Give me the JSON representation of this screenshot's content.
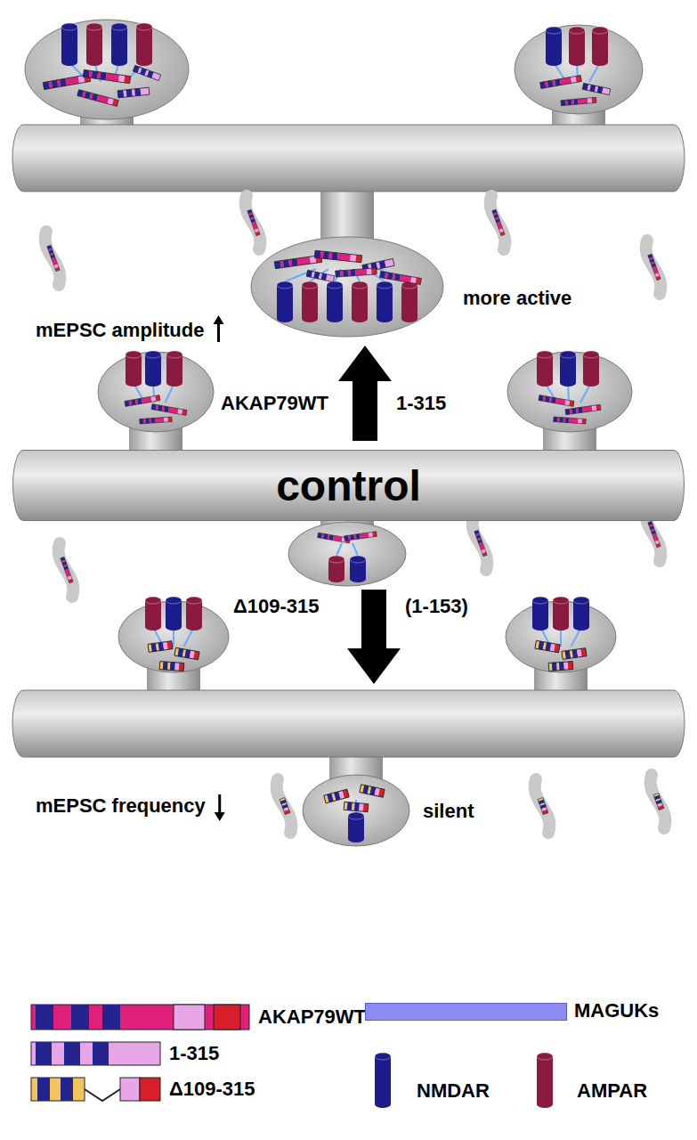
{
  "diagram": {
    "nodes": [
      {
        "text": [
          "control"
        ]
      }
    ],
    "labels": [
      "mEPSC amplitude",
      "more active",
      "AKAP79WT",
      "1-315",
      "Δ109-315",
      "(1-153)",
      "mEPSC frequency",
      "silent"
    ],
    "legend": [
      {
        "text": "AKAP79WT"
      },
      {
        "text": "1-315"
      },
      {
        "text": "Δ109-315"
      },
      {
        "text": "MAGUKs",
        "color": "#8c8cf0"
      },
      {
        "text": "NMDAR",
        "color": "#1c1c8c"
      },
      {
        "text": "AMPAR",
        "color": "#8b1a40"
      }
    ]
  }
}
